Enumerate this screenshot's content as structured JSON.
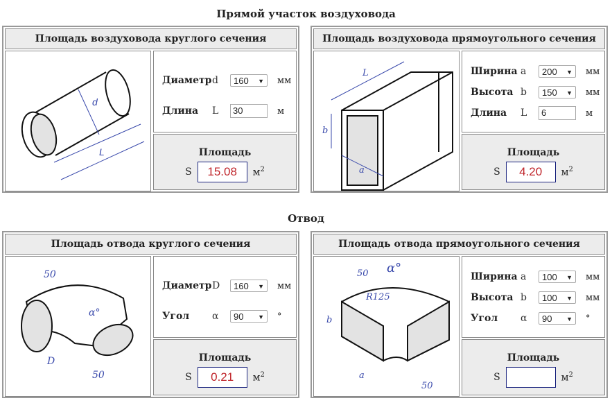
{
  "sections": [
    {
      "title": "Прямой участок воздуховода"
    },
    {
      "title": "Отвод"
    }
  ],
  "panels": [
    {
      "title": "Площадь воздуховода круглого сечения",
      "fields": [
        {
          "label": "Диаметр",
          "symbol": "d",
          "value": "160",
          "unit": "мм",
          "type": "select"
        },
        {
          "label": "Длина",
          "symbol": "L",
          "value": "30",
          "unit": "м",
          "type": "text"
        }
      ],
      "result_label": "Площадь",
      "result_symbol": "S",
      "result_value": "15.08",
      "result_unit": "м",
      "result_unit_sup": "2"
    },
    {
      "title": "Площадь воздуховода прямоугольного сечения",
      "fields": [
        {
          "label": "Ширина",
          "symbol": "a",
          "value": "200",
          "unit": "мм",
          "type": "select"
        },
        {
          "label": "Высота",
          "symbol": "b",
          "value": "150",
          "unit": "мм",
          "type": "select"
        },
        {
          "label": "Длина",
          "symbol": "L",
          "value": "6",
          "unit": "м",
          "type": "text"
        }
      ],
      "result_label": "Площадь",
      "result_symbol": "S",
      "result_value": "4.20",
      "result_unit": "м",
      "result_unit_sup": "2"
    },
    {
      "title": "Площадь отвода круглого сечения",
      "fields": [
        {
          "label": "Диаметр",
          "symbol": "D",
          "value": "160",
          "unit": "мм",
          "type": "select"
        },
        {
          "label": "Угол",
          "symbol": "α",
          "value": "90",
          "unit": "°",
          "type": "select"
        }
      ],
      "result_label": "Площадь",
      "result_symbol": "S",
      "result_value": "0.21",
      "result_unit": "м",
      "result_unit_sup": "2"
    },
    {
      "title": "Площадь отвода прямоугольного сечения",
      "fields": [
        {
          "label": "Ширина",
          "symbol": "a",
          "value": "100",
          "unit": "мм",
          "type": "select"
        },
        {
          "label": "Высота",
          "symbol": "b",
          "value": "100",
          "unit": "мм",
          "type": "select"
        },
        {
          "label": "Угол",
          "symbol": "α",
          "value": "90",
          "unit": "°",
          "type": "select"
        }
      ],
      "result_label": "Площадь",
      "result_symbol": "S",
      "result_value": "",
      "result_unit": "м",
      "result_unit_sup": "2"
    }
  ],
  "drawing_labels": {
    "d": "d",
    "L": "L",
    "a": "a",
    "b": "b",
    "D": "D",
    "alpha": "α°",
    "r": "R125",
    "w50": "50"
  }
}
